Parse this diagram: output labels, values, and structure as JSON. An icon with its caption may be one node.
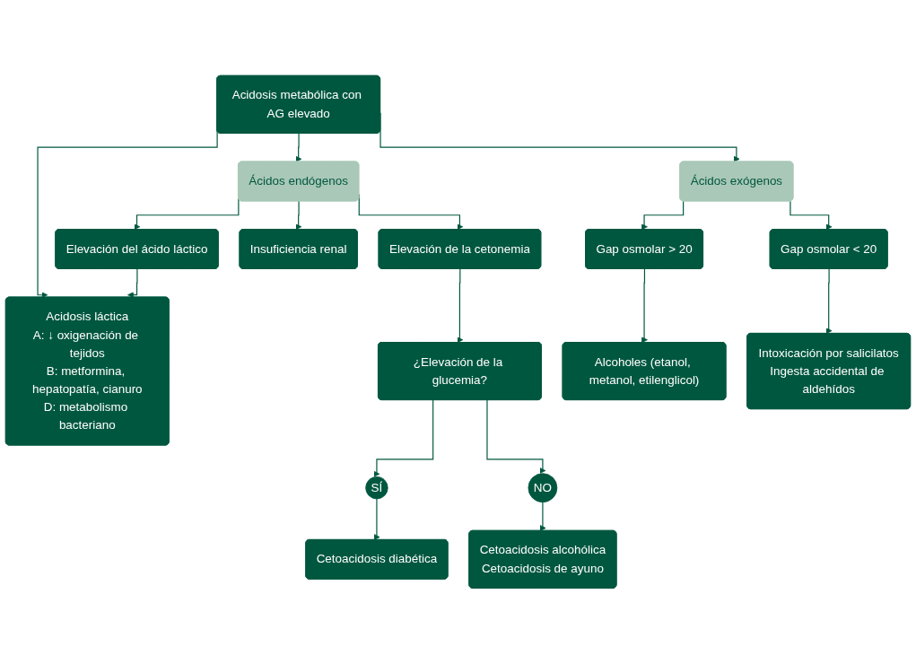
{
  "diagram": {
    "nodes": [
      {
        "text": [
          "Acidosis metabólica con AG elevado"
        ]
      },
      {
        "text": [
          "Ácidos endógenos"
        ]
      },
      {
        "text": [
          "Ácidos exógenos"
        ]
      },
      {
        "text": [
          "Acidosis láctica",
          "A: ↓ oxigenación de tejidos",
          "B: metformina, hepatopatía, cianuro",
          "D: metabolismo bacteriano"
        ]
      },
      {
        "text": [
          "Elevación del ácido láctico"
        ]
      },
      {
        "text": [
          "Elevación de la cetonemia"
        ]
      },
      {
        "text": [
          "¿Elevación de la glucemia?"
        ]
      },
      {
        "text": [
          "Insuficiencia renal"
        ]
      },
      {
        "text": [
          "SÍ"
        ]
      },
      {
        "text": [
          "NO"
        ]
      },
      {
        "text": [
          "Cetoacidosis diabética"
        ]
      },
      {
        "text": [
          "Cetoacidosis alcohólica",
          "Cetoacidosis de ayuno"
        ]
      },
      {
        "text": [
          "Gap osmolar > 20"
        ]
      },
      {
        "text": [
          "Alcoholes (etanol, metanol, etilenglicol)"
        ]
      },
      {
        "text": [
          "Gap osmolar < 20"
        ]
      },
      {
        "text": [
          "Intoxicación por salicilatos",
          "Ingesta accidental de aldehídos"
        ]
      }
    ],
    "edges": [
      {
        "from": 0,
        "to": 1,
        "arrow": "to"
      },
      {
        "from": 0,
        "to": 3,
        "arrow": "to"
      },
      {
        "from": 0,
        "to": 2,
        "arrow": "to"
      },
      {
        "from": 1,
        "to": 4,
        "arrow": "to"
      },
      {
        "from": 1,
        "to": 5,
        "arrow": "to"
      },
      {
        "from": 1,
        "to": 7,
        "arrow": "to"
      },
      {
        "from": 4,
        "to": 3,
        "arrow": "to"
      },
      {
        "from": 5,
        "to": 6,
        "arrow": "to"
      },
      {
        "from": 6,
        "to": 8,
        "arrow": "to"
      },
      {
        "from": 6,
        "to": 9,
        "arrow": "to"
      },
      {
        "from": 8,
        "to": 10,
        "arrow": "to"
      },
      {
        "from": 9,
        "to": 11,
        "arrow": "to"
      },
      {
        "from": 2,
        "to": 12,
        "arrow": "to"
      },
      {
        "from": 2,
        "to": 14,
        "arrow": "to"
      },
      {
        "from": 12,
        "to": 13,
        "arrow": "to"
      },
      {
        "from": 14,
        "to": 15,
        "arrow": "to"
      }
    ]
  }
}
